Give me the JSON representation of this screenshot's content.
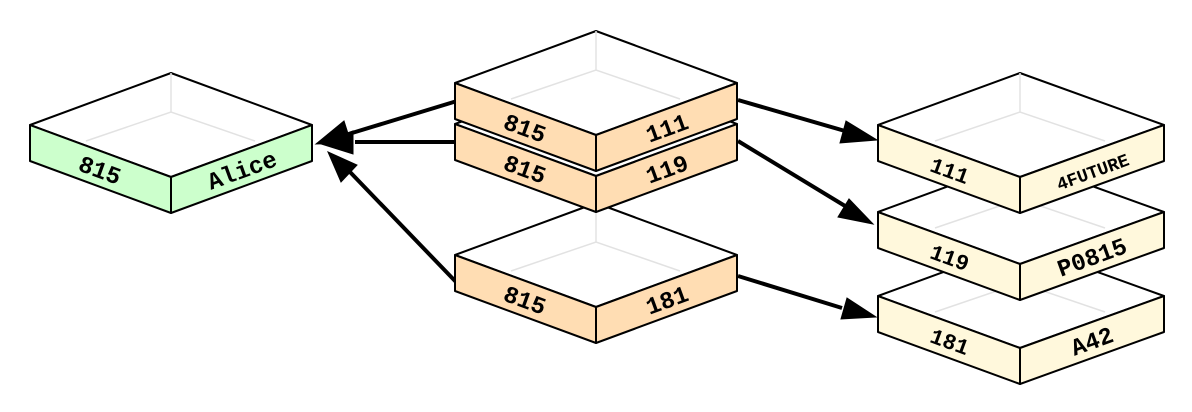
{
  "colors": {
    "user_table": "#ccffcc",
    "link_table": "#ffddb3",
    "item_table": "#fff8dc",
    "outline": "#000000",
    "grid": "#e2e2e2"
  },
  "tables": {
    "user": {
      "key": "815",
      "value": "Alice"
    },
    "links": [
      {
        "key": "815",
        "value": "111"
      },
      {
        "key": "815",
        "value": "119"
      },
      {
        "key": "815",
        "value": "181"
      }
    ],
    "items": [
      {
        "key": "111",
        "value": "4FUTURE"
      },
      {
        "key": "119",
        "value": "P0815"
      },
      {
        "key": "181",
        "value": "A42"
      }
    ]
  }
}
